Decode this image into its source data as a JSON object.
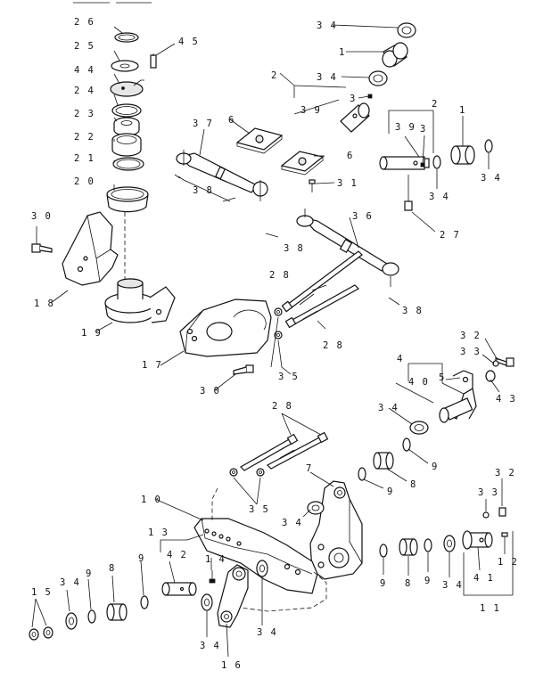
{
  "diagram": {
    "callouts": [
      {
        "id": "c26",
        "text": "2 6"
      },
      {
        "id": "c25",
        "text": "2 5"
      },
      {
        "id": "c45",
        "text": "4 5"
      },
      {
        "id": "c44",
        "text": "4 4"
      },
      {
        "id": "c24",
        "text": "2 4"
      },
      {
        "id": "c23",
        "text": "2 3"
      },
      {
        "id": "c22",
        "text": "2 2"
      },
      {
        "id": "c21",
        "text": "2 1"
      },
      {
        "id": "c20",
        "text": "2 0"
      },
      {
        "id": "c30a",
        "text": "3 0"
      },
      {
        "id": "c18",
        "text": "1 8"
      },
      {
        "id": "c19",
        "text": "1 9"
      },
      {
        "id": "c17",
        "text": "1 7"
      },
      {
        "id": "c30b",
        "text": "3 0"
      },
      {
        "id": "c35a",
        "text": "3 5"
      },
      {
        "id": "c37",
        "text": "3 7"
      },
      {
        "id": "c38a",
        "text": "3 8"
      },
      {
        "id": "c6a",
        "text": "6"
      },
      {
        "id": "c6b",
        "text": "6"
      },
      {
        "id": "c31",
        "text": "3 1"
      },
      {
        "id": "c36",
        "text": "3 6"
      },
      {
        "id": "c38b",
        "text": "3 8"
      },
      {
        "id": "c38c",
        "text": "3 8"
      },
      {
        "id": "c28a",
        "text": "2 8"
      },
      {
        "id": "c28b",
        "text": "2 8"
      },
      {
        "id": "c34a",
        "text": "3 4"
      },
      {
        "id": "c1a",
        "text": "1"
      },
      {
        "id": "c34b",
        "text": "3 4"
      },
      {
        "id": "c2a",
        "text": "2"
      },
      {
        "id": "c3a",
        "text": "3"
      },
      {
        "id": "c39a",
        "text": "3 9"
      },
      {
        "id": "c2b",
        "text": "2"
      },
      {
        "id": "c39b",
        "text": "3 9"
      },
      {
        "id": "c3b",
        "text": "3"
      },
      {
        "id": "c1b",
        "text": "1"
      },
      {
        "id": "c34c",
        "text": "3 4"
      },
      {
        "id": "c34d",
        "text": "3 4"
      },
      {
        "id": "c27",
        "text": "2 7"
      },
      {
        "id": "c32a",
        "text": "3 2"
      },
      {
        "id": "c33a",
        "text": "3 3"
      },
      {
        "id": "c4",
        "text": "4"
      },
      {
        "id": "c5",
        "text": "5"
      },
      {
        "id": "c40",
        "text": "4 0"
      },
      {
        "id": "c43",
        "text": "4 3"
      },
      {
        "id": "c34e",
        "text": "3 4"
      },
      {
        "id": "c28c",
        "text": "2 8"
      },
      {
        "id": "c9a",
        "text": "9"
      },
      {
        "id": "c7",
        "text": "7"
      },
      {
        "id": "c8a",
        "text": "8"
      },
      {
        "id": "c9b",
        "text": "9"
      },
      {
        "id": "c35b",
        "text": "3 5"
      },
      {
        "id": "c34f",
        "text": "3 4"
      },
      {
        "id": "c10",
        "text": "1 0"
      },
      {
        "id": "c33b",
        "text": "3 3"
      },
      {
        "id": "c32b",
        "text": "3 2"
      },
      {
        "id": "c13",
        "text": "1 3"
      },
      {
        "id": "c42",
        "text": "4 2"
      },
      {
        "id": "c14",
        "text": "1 4"
      },
      {
        "id": "c15",
        "text": "1 5"
      },
      {
        "id": "c34g",
        "text": "3 4"
      },
      {
        "id": "c9c",
        "text": "9"
      },
      {
        "id": "c8b",
        "text": "8"
      },
      {
        "id": "c9d",
        "text": "9"
      },
      {
        "id": "c34h",
        "text": "3 4"
      },
      {
        "id": "c34i",
        "text": "3 4"
      },
      {
        "id": "c16",
        "text": "1 6"
      },
      {
        "id": "c9e",
        "text": "9"
      },
      {
        "id": "c8c",
        "text": "8"
      },
      {
        "id": "c9f",
        "text": "9"
      },
      {
        "id": "c34j",
        "text": "3 4"
      },
      {
        "id": "c41",
        "text": "4 1"
      },
      {
        "id": "c12",
        "text": "1 2"
      },
      {
        "id": "c11",
        "text": "1 1"
      }
    ]
  }
}
